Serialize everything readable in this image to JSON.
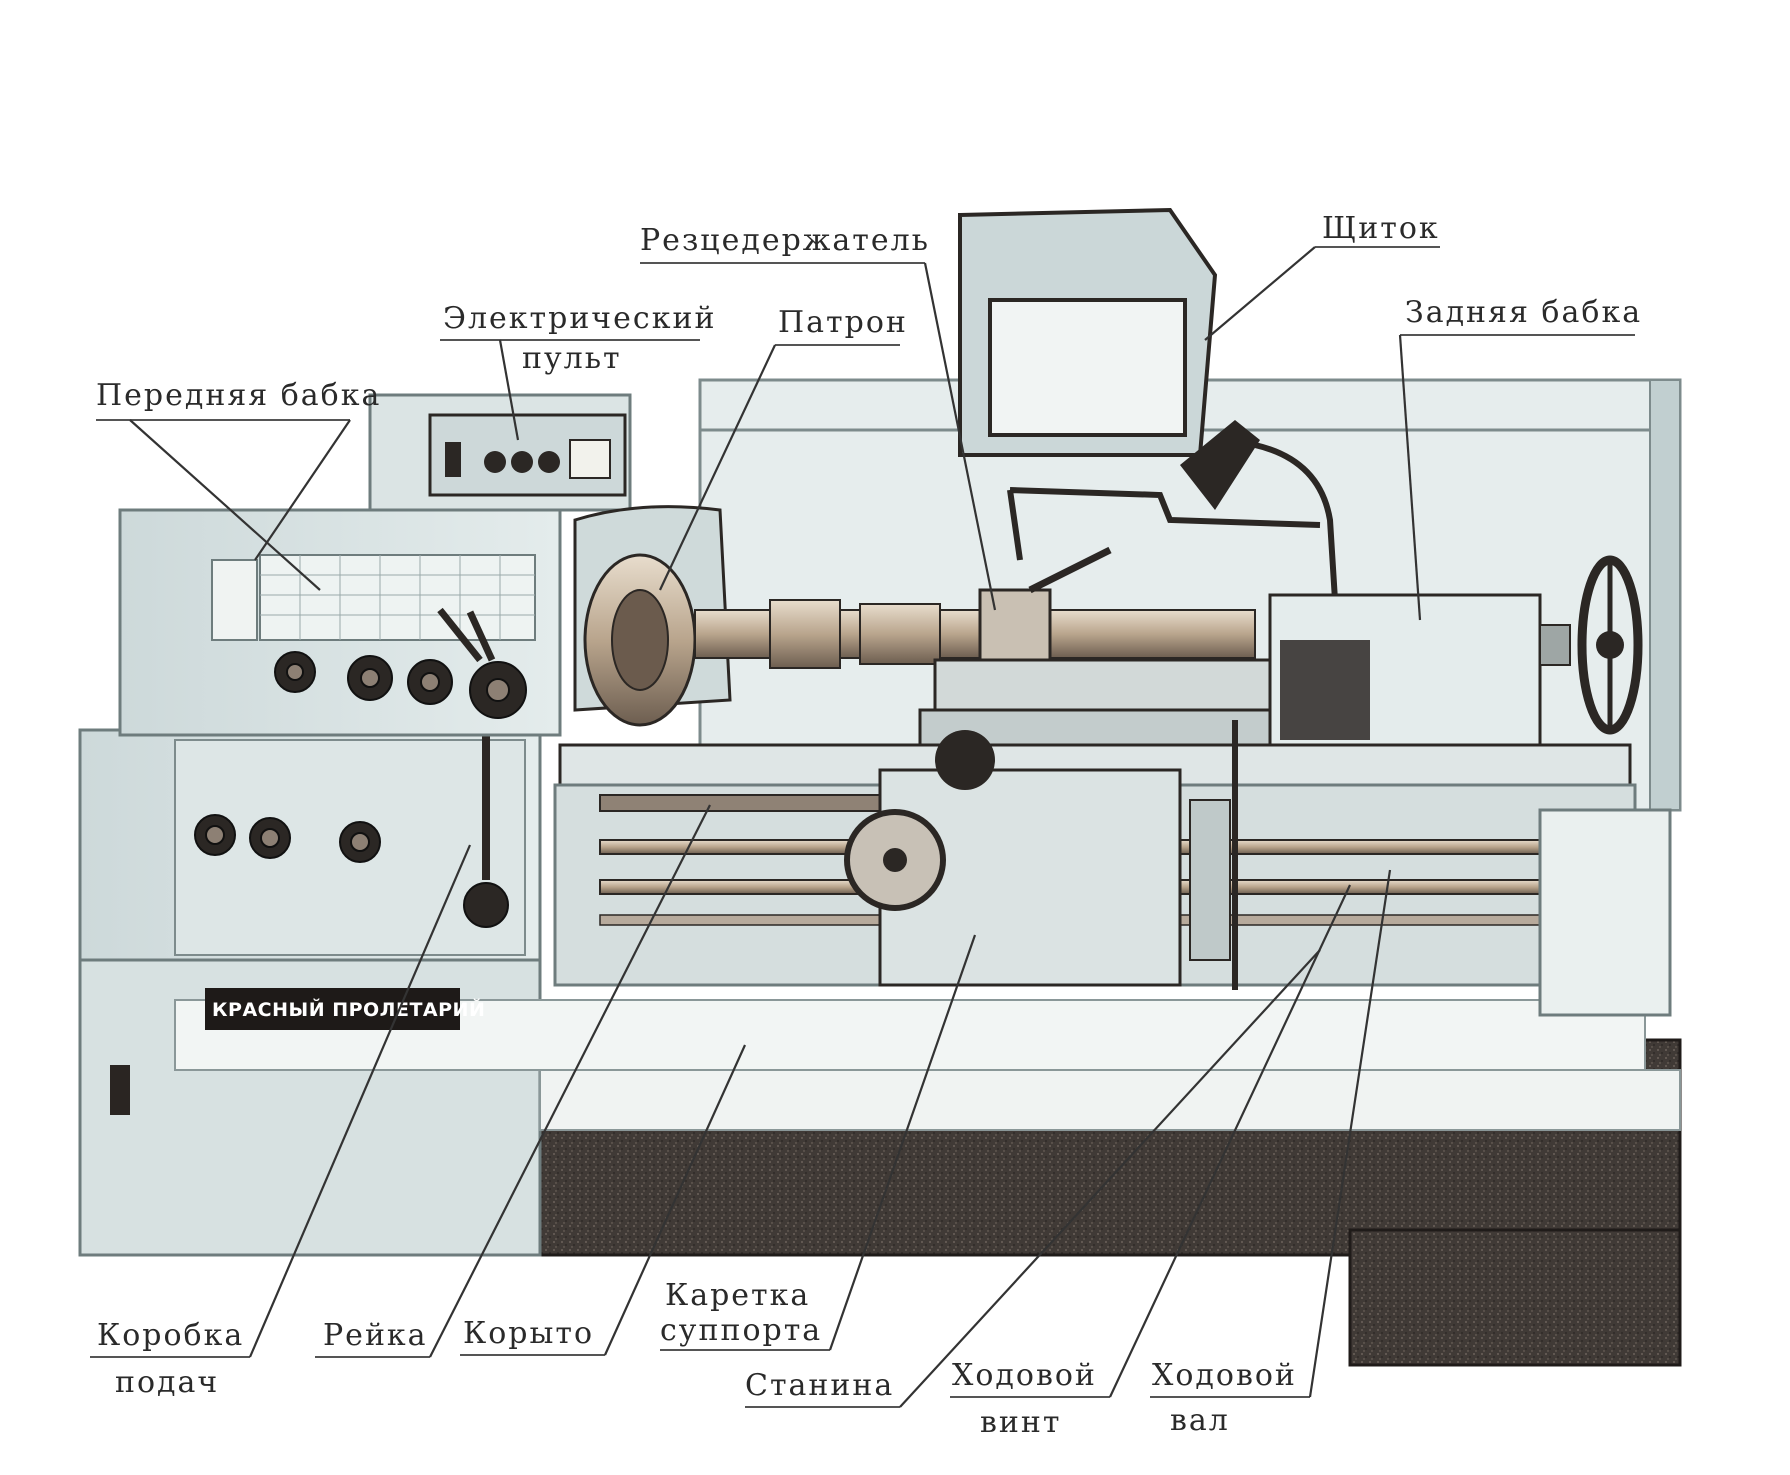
{
  "labels": {
    "headstock": "Передняя бабка",
    "electric_panel_line1": "Электрический",
    "electric_panel_line2": "пульт",
    "chuck": "Патрон",
    "tool_holder": "Резцедержатель",
    "shield": "Щиток",
    "tailstock": "Задняя бабка",
    "feed_box_line1": "Коробка",
    "feed_box_line2": "подач",
    "rack": "Рейка",
    "trough": "Корыто",
    "carriage_line1": "Каретка",
    "carriage_line2": "суппорта",
    "bed": "Станина",
    "lead_screw_line1": "Ходовой",
    "lead_screw_line2": "винт",
    "feed_shaft_line1": "Ходовой",
    "feed_shaft_line2": "вал"
  },
  "nameplate": "КРАСНЫЙ ПРОЛЕТАРИЙ",
  "colors": {
    "machine_body": "#d9e3e3",
    "machine_shadow": "#9fb3b6",
    "cabinet_dark": "#3e3a37",
    "metal": "#c9b9a4",
    "ink": "#2a2a2a"
  }
}
